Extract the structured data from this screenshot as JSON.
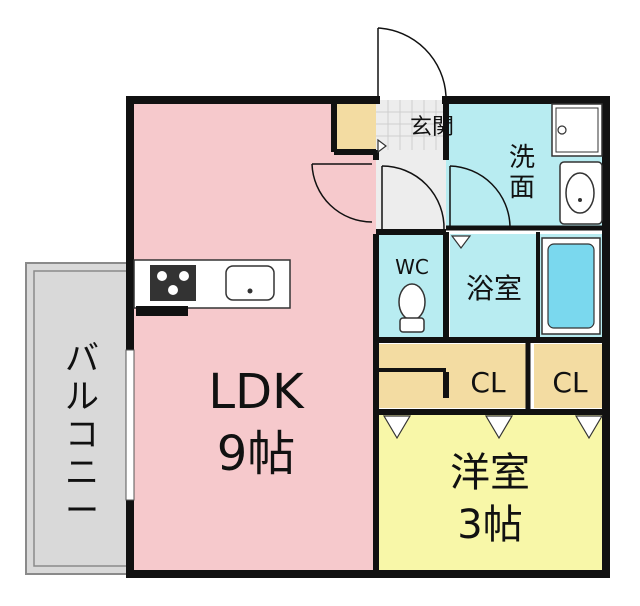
{
  "floorplan": {
    "rooms": {
      "ldk": {
        "name": "LDK",
        "size": "9帖",
        "color": "#f6c9cc"
      },
      "western": {
        "name": "洋室",
        "size": "3帖",
        "color": "#f8f7a8"
      },
      "entrance": {
        "name": "玄関"
      },
      "washroom": {
        "name_line1": "洗",
        "name_line2": "面",
        "color": "#b8ecf1"
      },
      "toilet": {
        "name": "WC",
        "color": "#b8ecf1"
      },
      "bath": {
        "name": "浴室",
        "color": "#b8ecf1"
      },
      "closet1": {
        "name": "CL",
        "color": "#f3dca2"
      },
      "closet2": {
        "name": "CL",
        "color": "#f3dca2"
      },
      "balcony": {
        "name_line1": "バ",
        "name_line2": "ル",
        "name_line3": "コ",
        "name_line4": "ニ",
        "name_line5": "ー",
        "color": "#d9d9d9"
      }
    },
    "colors": {
      "wall": "#111111",
      "bathtub": "#7ad8ee",
      "fixture": "#ffffff"
    },
    "icons": [
      "stove-icon",
      "sink-icon",
      "toilet-icon",
      "washbasin-icon",
      "washing-machine-icon",
      "bathtub-icon"
    ]
  }
}
